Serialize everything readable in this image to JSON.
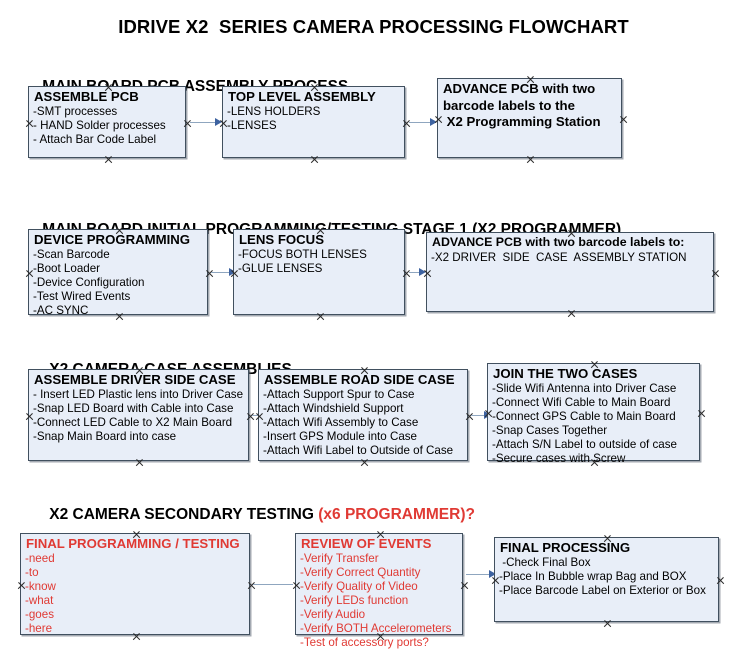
{
  "document": {
    "title": "IDRIVE X2  SERIES CAMERA PROCESSING FLOWCHART"
  },
  "colors": {
    "node_fill": "#e8eef8",
    "node_border": "#41505f",
    "accent_red": "#e03a34",
    "connector": "#8fa6bf",
    "arrow": "#3d62a0",
    "text": "#000000"
  },
  "sections": [
    {
      "id": "main-board-pcb-assembly-process",
      "header": "MAIN BOARD PCB ASSEMBLY PROCESS",
      "header_accent": ""
    },
    {
      "id": "main-board-initial-programming",
      "header": "MAIN BOARD INITIAL PROGRAMMING/TESTING STAGE 1 (X2 PROGRAMMER)",
      "header_accent": ""
    },
    {
      "id": "x2-camera-case-assemblies",
      "header": "X2 CAMERA CASE ASSEMBLIES",
      "header_accent": ""
    },
    {
      "id": "x2-camera-secondary-testing",
      "header": "X2 CAMERA SECONDARY TESTING ",
      "header_accent": "(x6 PROGRAMMER)?"
    }
  ],
  "nodes": [
    {
      "id": "assemble-pcb",
      "title": "ASSEMBLE PCB",
      "lines": [
        "-SMT processes",
        "- HAND Solder processes",
        "- Attach Bar Code Label"
      ]
    },
    {
      "id": "top-level-assembly",
      "title": "TOP LEVEL ASSEMBLY",
      "lines": [
        "-LENS HOLDERS",
        "-LENSES"
      ]
    },
    {
      "id": "advance-pcb-to-x2-programming-station",
      "title": "ADVANCE PCB with two\nbarcode labels to the\n X2 Programming Station",
      "lines": []
    },
    {
      "id": "device-programming",
      "title": "DEVICE PROGRAMMING",
      "lines": [
        "-Scan Barcode",
        "-Boot Loader",
        "-Device Configuration",
        "-Test Wired Events",
        "-AC SYNC"
      ]
    },
    {
      "id": "lens-focus",
      "title": "LENS FOCUS",
      "lines": [
        "-FOCUS BOTH LENSES",
        "-GLUE LENSES"
      ]
    },
    {
      "id": "advance-pcb-to-driver-side-case-assembly",
      "title": "ADVANCE PCB with two barcode labels to:",
      "lines": [
        "-X2 DRIVER  SIDE  CASE  ASSEMBLY STATION"
      ]
    },
    {
      "id": "assemble-driver-side-case",
      "title": "ASSEMBLE DRIVER SIDE CASE",
      "lines": [
        "- Insert LED Plastic lens into Driver Case",
        "-Snap LED Board with Cable into Case",
        "-Connect LED Cable to X2 Main Board",
        "-Snap Main Board into case"
      ]
    },
    {
      "id": "assemble-road-side-case",
      "title": "ASSEMBLE ROAD SIDE CASE",
      "lines": [
        "-Attach Support Spur to Case",
        "-Attach Windshield Support",
        "-Attach Wifi Assembly to Case",
        "-Insert GPS Module into Case",
        "-Attach Wifi Label to Outside of Case"
      ]
    },
    {
      "id": "join-the-two-cases",
      "title": "JOIN THE TWO CASES",
      "lines": [
        "-Slide Wifi Antenna into Driver Case",
        "-Connect Wifi Cable to Main Board",
        "-Connect GPS Cable to Main Board",
        "-Snap Cases Together",
        "-Attach S/N Label to outside of case",
        "-Secure cases with Screw"
      ]
    },
    {
      "id": "final-programming-testing",
      "title": "FINAL PROGRAMMING / TESTING",
      "lines": [
        "-need",
        "-to",
        "-know",
        "-what",
        "-goes",
        "-here"
      ]
    },
    {
      "id": "review-of-events",
      "title": "REVIEW OF EVENTS",
      "lines": [
        "-Verify Transfer",
        "-Verify Correct Quantity",
        "-Verify Quality of Video",
        "-Verify LEDs function",
        "-Verify Audio",
        "-Verify BOTH Accelerometers",
        "-Test of accessory ports?"
      ]
    },
    {
      "id": "final-processing",
      "title": "FINAL PROCESSING",
      "lines": [
        " -Check Final Box",
        "-Place In Bubble wrap Bag and BOX",
        "-Place Barcode Label on Exterior or Box"
      ]
    }
  ]
}
